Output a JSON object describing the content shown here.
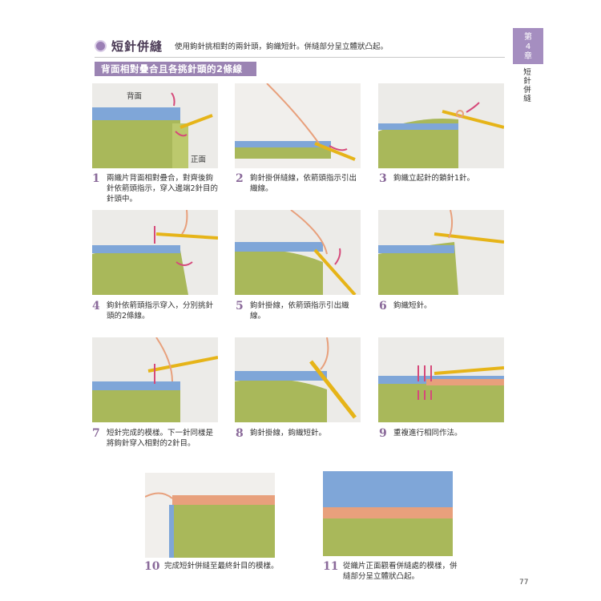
{
  "header": {
    "title": "短針併縫",
    "description": "使用鉤針挑相對的兩針頭，鉤織短針。併縫部分呈立體狀凸起。",
    "banner": "背面相對疊合且各挑針頭的2條線"
  },
  "chapter_tab": {
    "label_line1": "第",
    "label_line2": "4",
    "label_line3": "章",
    "subtitle": "短針併縫"
  },
  "photo1_labels": {
    "back": "背面",
    "front": "正面"
  },
  "steps": [
    {
      "num": "1",
      "text": "兩織片背面相對疊合，對齊後鉤針依箭頭指示，穿入邊端2針目的針頭中。"
    },
    {
      "num": "2",
      "text": "鉤針掛併縫線，依箭頭指示引出織線。"
    },
    {
      "num": "3",
      "text": "鉤織立起針的鎖針1針。"
    },
    {
      "num": "4",
      "text": "鉤針依箭頭指示穿入，分別挑針頭的2條線。"
    },
    {
      "num": "5",
      "text": "鉤針掛線，依箭頭指示引出織線。"
    },
    {
      "num": "6",
      "text": "鉤織短針。"
    },
    {
      "num": "7",
      "text": "短針完成的模樣。下一針同樣是將鉤針穿入相對的2針目。"
    },
    {
      "num": "8",
      "text": "鉤針掛線，鉤織短針。"
    },
    {
      "num": "9",
      "text": "重複進行相同作法。"
    },
    {
      "num": "10",
      "text": "完成短針併縫至最終針目的模樣。"
    },
    {
      "num": "11",
      "text": "從織片正面觀看併縫處的模樣，併縫部分呈立體狀凸起。"
    }
  ],
  "colors": {
    "purple": "#9b84b3",
    "green": "#a9b85a",
    "blue": "#7fa6d8",
    "salmon": "#e8a07c",
    "hook": "#e6b418",
    "arrow": "#d64a7a"
  },
  "page_number": "77"
}
